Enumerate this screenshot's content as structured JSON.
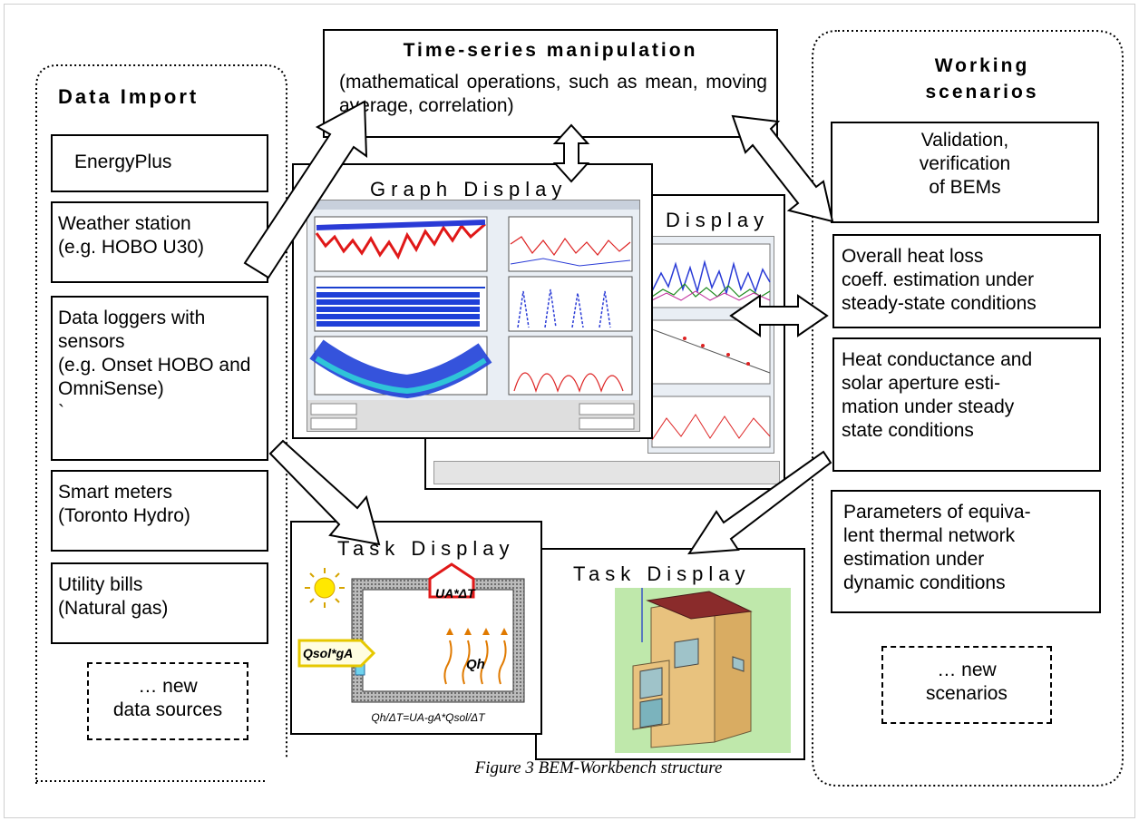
{
  "left_panel": {
    "title": "Data Import",
    "items": [
      "EnergyPlus",
      "Weather station\n(e.g. HOBO U30)",
      "Data loggers with sensors\n(e.g. Onset HOBO and OmniSense)\n`",
      "Smart meters\n(Toronto Hydro)",
      "Utility bills\n(Natural gas)"
    ],
    "new_item": "… new\ndata sources"
  },
  "top_box": {
    "title": "Time-series manipulation",
    "text": "(mathematical operations, such as mean, moving average, correlation)"
  },
  "windows": {
    "graph_display": "Graph Display",
    "back_display": "Display",
    "task_display_1": "Task Display",
    "task_display_2": "Task Display"
  },
  "task_diagram": {
    "ua": "UA*ΔT",
    "qsol": "Qsol*gA",
    "qh": "Qh",
    "formula": "Qh/ΔT=UA-gA*Qsol/ΔT"
  },
  "right_panel": {
    "title": "Working\nscenarios",
    "items": [
      "Validation,\nverification\nof BEMs",
      "Overall heat loss\ncoeff. estimation under\nsteady-state conditions",
      "Heat conductance and\nsolar aperture esti-\nmation under steady\nstate conditions",
      "Parameters of equiva-\nlent thermal network\nestimation under\ndynamic conditions"
    ],
    "new_item": "… new\nscenarios"
  },
  "caption": "Figure 3 BEM-Workbench structure"
}
